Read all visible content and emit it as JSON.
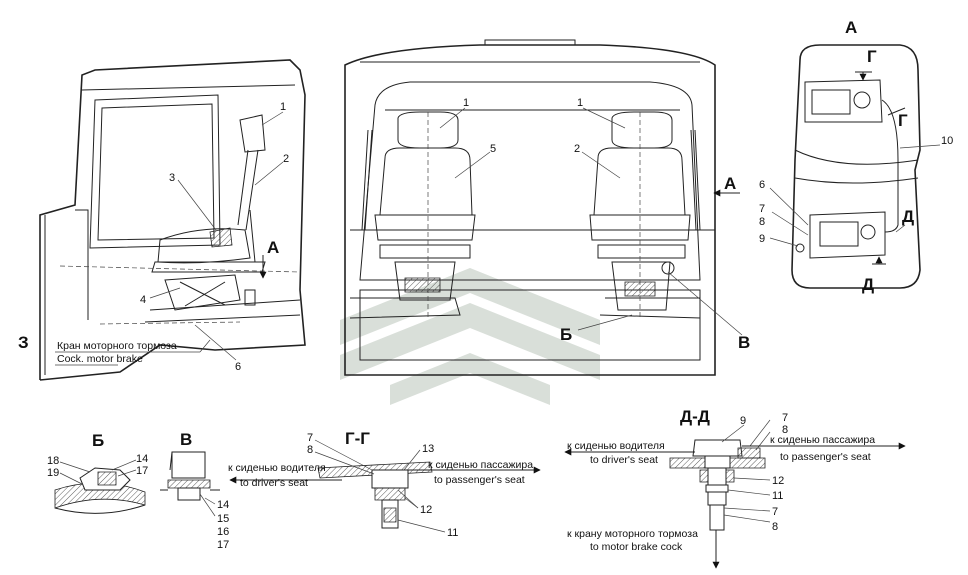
{
  "views": {
    "side": {
      "letter": "З",
      "arrow_letter": "А",
      "callouts": [
        "1",
        "2",
        "3",
        "4",
        "6"
      ],
      "caption_ru": "Кран моторного тормоза",
      "caption_en": "Cock. motor brake"
    },
    "front": {
      "callouts": [
        "1",
        "5",
        "1",
        "2"
      ],
      "arrow_a": "А",
      "b_label": "Б",
      "v_label": "В"
    },
    "detail_a": {
      "title": "А",
      "g_top": "Г",
      "g_right": "Г",
      "d_top": "Д",
      "d_bottom": "Д",
      "callouts": [
        "10",
        "6",
        "7",
        "8",
        "9"
      ]
    }
  },
  "section_b": {
    "title": "Б",
    "callouts": [
      "18",
      "19",
      "14",
      "17"
    ]
  },
  "section_v": {
    "title": "В",
    "callouts": [
      "14",
      "15",
      "16",
      "17"
    ]
  },
  "section_gg": {
    "title": "Г-Г",
    "callouts": [
      "7",
      "8",
      "13",
      "12",
      "11"
    ],
    "left_ru": "к сиденью водителя",
    "left_en": "to driver's seat",
    "right_ru": "к сиденью пассажира",
    "right_en": "to passenger's seat"
  },
  "section_dd": {
    "title": "Д-Д",
    "callouts": [
      "9",
      "7",
      "8",
      "12",
      "11",
      "7",
      "8"
    ],
    "left_ru": "к сиденью водителя",
    "left_en": "to driver's seat",
    "right_ru": "к сиденью пассажира",
    "right_en": "to passenger's seat",
    "bottom_ru": "к крану моторного тормоза",
    "bottom_en": "to motor brake cock"
  }
}
